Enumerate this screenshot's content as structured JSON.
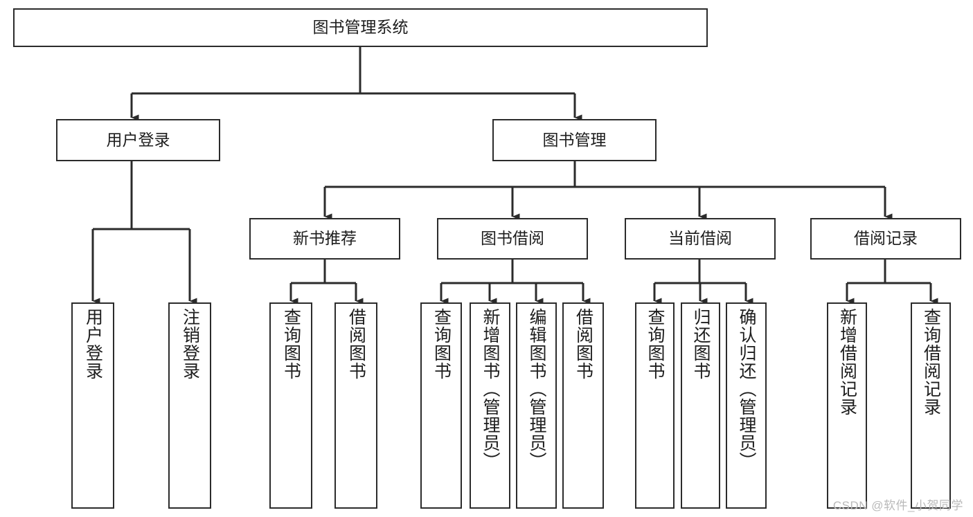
{
  "diagram": {
    "title": "图书管理系统",
    "watermark": "CSDN @软件_小贺同学",
    "stroke_color": "#2b2b2b",
    "background_color": "#ffffff",
    "text_color": "#1d1d1d",
    "nodes": {
      "root": "图书管理系统",
      "level1": [
        "用户登录",
        "图书管理"
      ],
      "level2_under_book_management": [
        "新书推荐",
        "图书借阅",
        "当前借阅",
        "借阅记录"
      ],
      "leaves_user_login": [
        "用户登录",
        "注销登录"
      ],
      "leaves_new_book": [
        "查询图书",
        "借阅图书"
      ],
      "leaves_book_borrow": [
        "查询图书",
        "新增图书（管理员）",
        "编辑图书（管理员）",
        "借阅图书"
      ],
      "leaves_current_borrow": [
        "查询图书",
        "归还图书",
        "确认归还（管理员）"
      ],
      "leaves_borrow_record": [
        "新增借阅记录",
        "查询借阅记录"
      ]
    }
  }
}
